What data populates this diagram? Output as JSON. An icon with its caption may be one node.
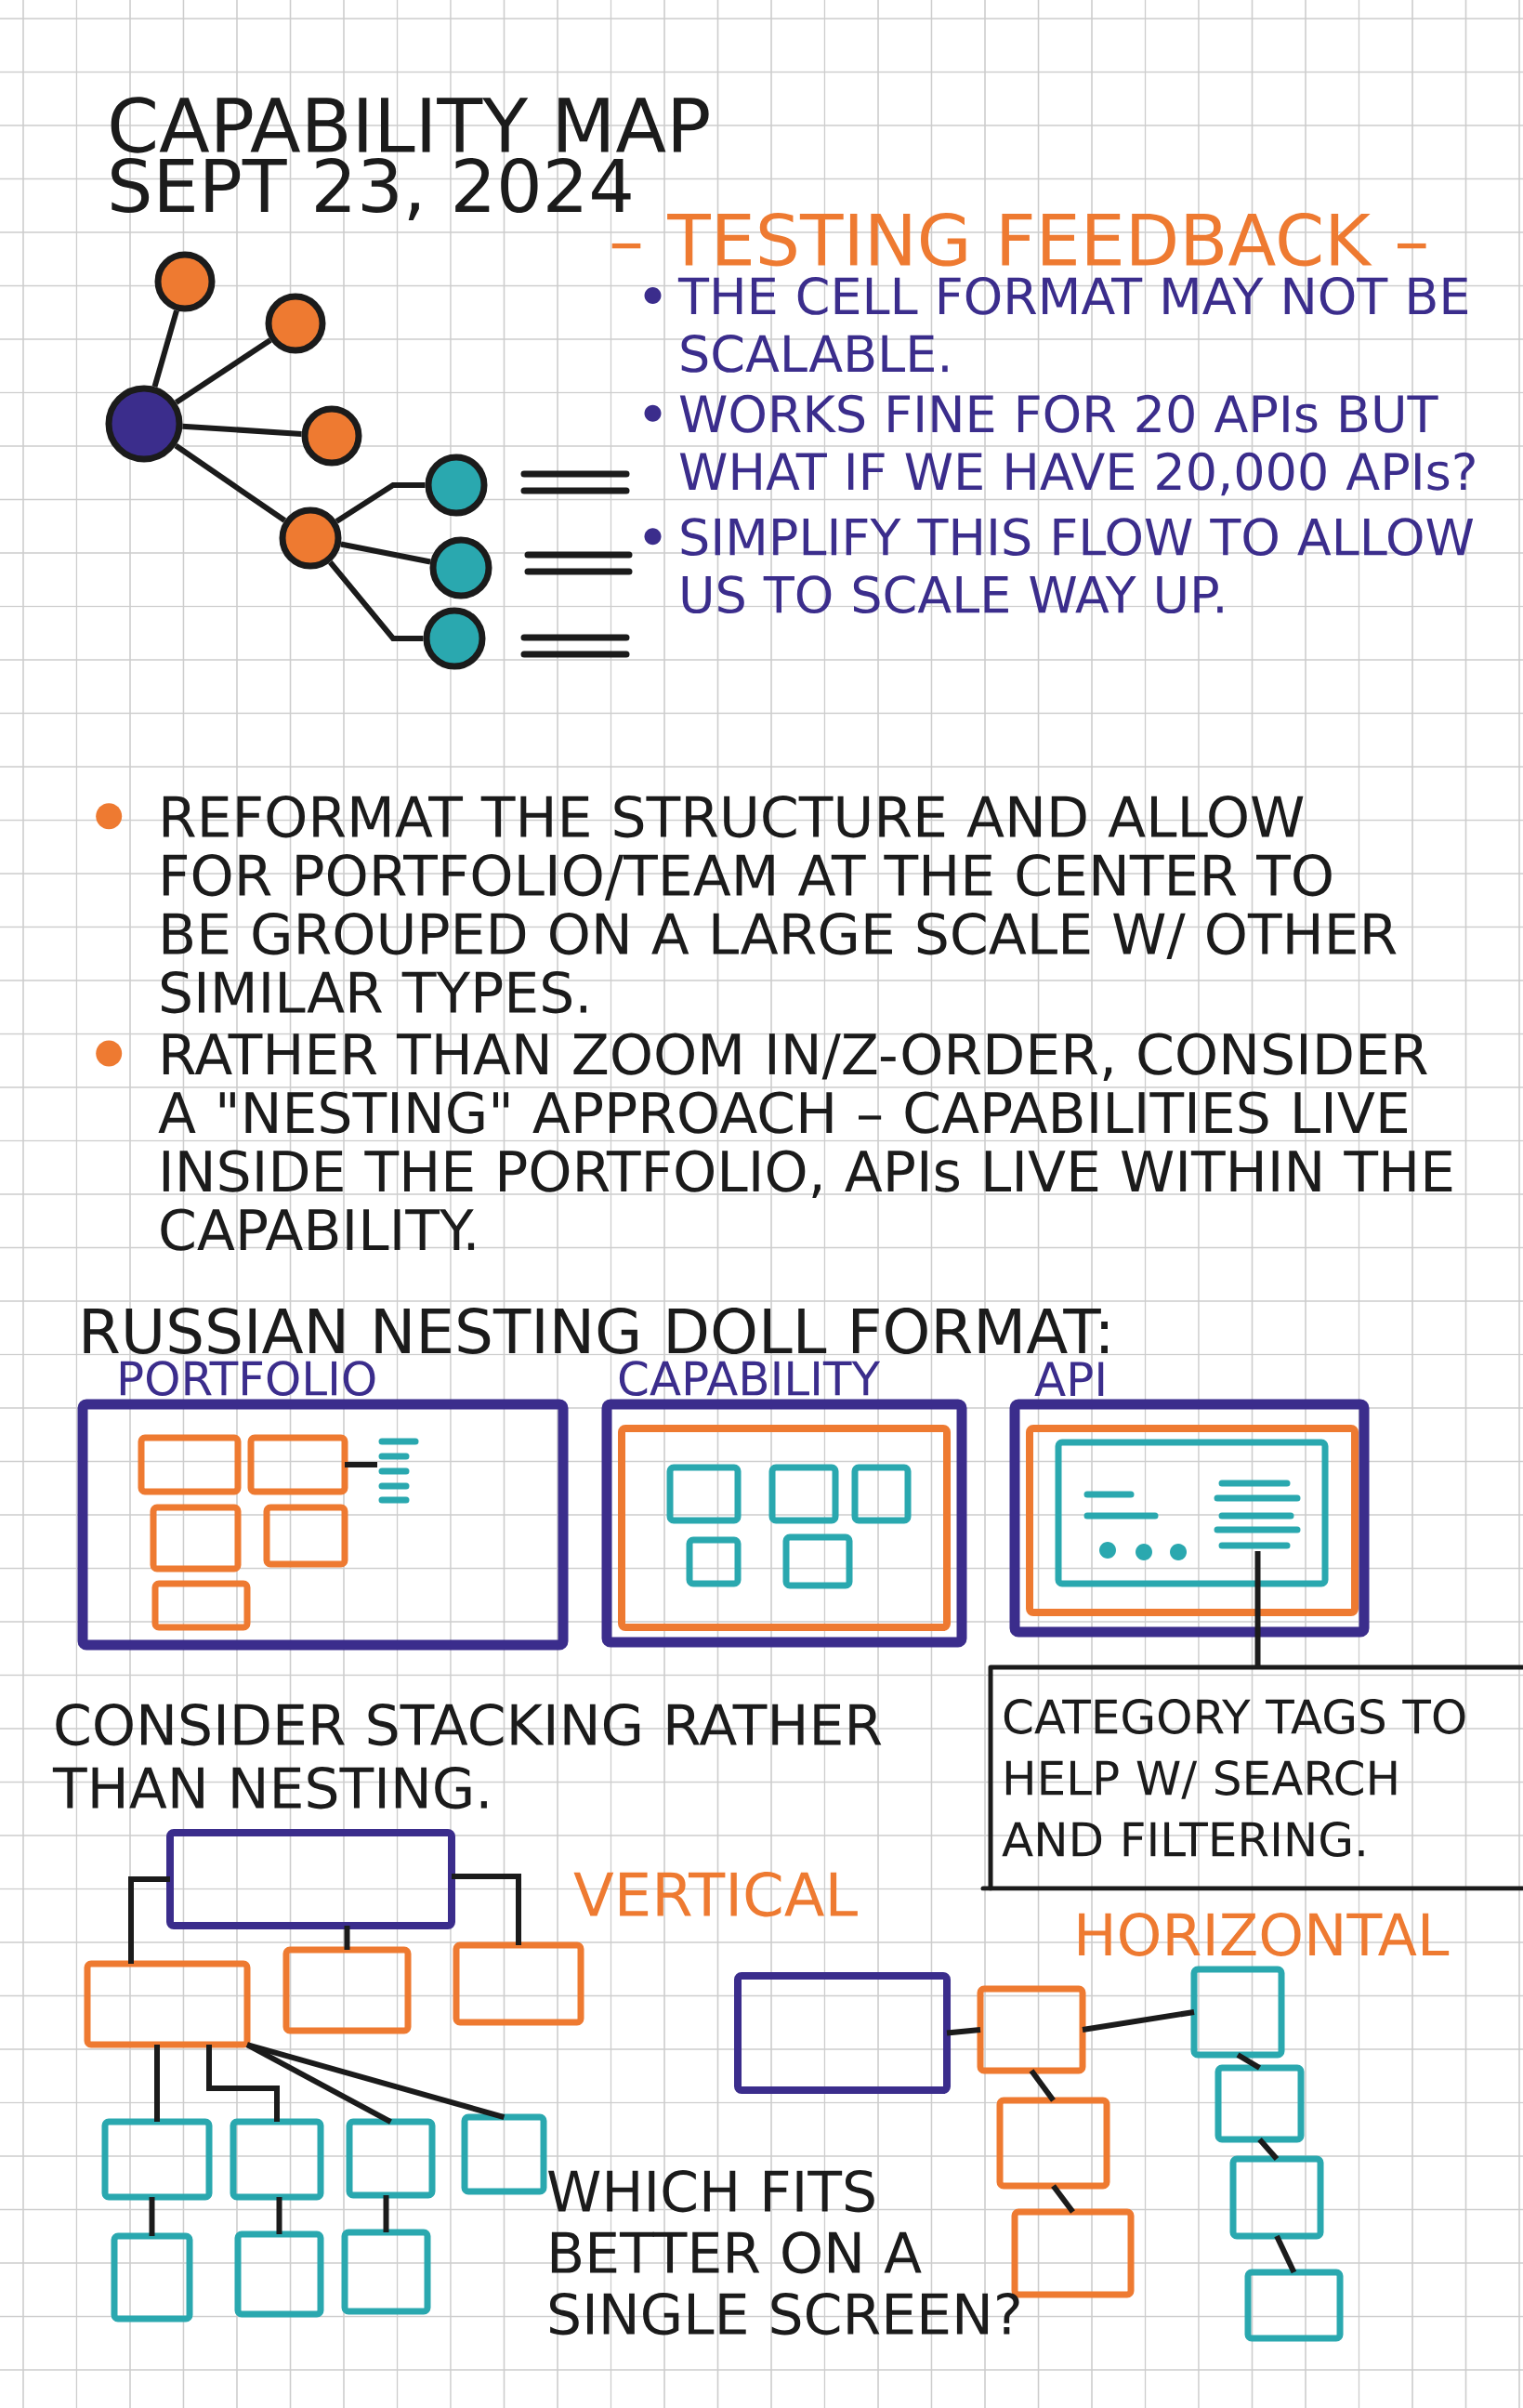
{
  "diagram": {
    "title": "CAPABILITY MAP",
    "nodes": [
      {
        "text": [],
        "shape": "circle"
      },
      {
        "text": [],
        "shape": "circle"
      },
      {
        "text": [],
        "shape": "circle"
      },
      {
        "text": [],
        "shape": "circle"
      },
      {
        "text": [],
        "shape": "circle"
      },
      {
        "text": [],
        "shape": "circle"
      },
      {
        "text": [],
        "shape": "circle"
      },
      {
        "text": [],
        "shape": "circle"
      },
      {
        "text": [
          "PORTFOLIO"
        ]
      },
      {
        "text": [],
        "shape": "box",
        "in": 8
      },
      {
        "text": [],
        "shape": "box",
        "in": 8
      },
      {
        "text": [],
        "shape": "box",
        "in": 8
      },
      {
        "text": [],
        "shape": "box",
        "in": 8
      },
      {
        "text": [],
        "shape": "box",
        "in": 8
      },
      {
        "text": [],
        "shape": "lines",
        "in": 8
      },
      {
        "text": [
          "CAPABILITY"
        ]
      },
      {
        "text": [],
        "shape": "box",
        "in": 15
      },
      {
        "text": [],
        "shape": "box",
        "in": 16
      },
      {
        "text": [],
        "shape": "box",
        "in": 16
      },
      {
        "text": [],
        "shape": "box",
        "in": 16
      },
      {
        "text": [],
        "shape": "box",
        "in": 16
      },
      {
        "text": [],
        "shape": "box",
        "in": 16
      },
      {
        "text": [
          "API"
        ]
      },
      {
        "text": [],
        "shape": "box",
        "in": 22
      },
      {
        "text": [],
        "shape": "box",
        "in": 23
      },
      {
        "text": [],
        "shape": "lines",
        "in": 24
      },
      {
        "text": [
          "CATEGORY TAGS TO HELP W/ SEARCH AND FILTERING."
        ]
      },
      {
        "text": [],
        "shape": "box"
      },
      {
        "text": [],
        "shape": "box"
      },
      {
        "text": [],
        "shape": "box"
      },
      {
        "text": [],
        "shape": "box"
      },
      {
        "text": [],
        "shape": "box"
      },
      {
        "text": [],
        "shape": "box"
      },
      {
        "text": [],
        "shape": "box"
      },
      {
        "text": [],
        "shape": "box"
      },
      {
        "text": [],
        "shape": "box"
      },
      {
        "text": [],
        "shape": "box"
      },
      {
        "text": [],
        "shape": "box"
      },
      {
        "text": [],
        "shape": "box"
      },
      {
        "text": [],
        "shape": "box"
      },
      {
        "text": [],
        "shape": "box"
      },
      {
        "text": [],
        "shape": "box"
      },
      {
        "text": [],
        "shape": "box"
      },
      {
        "text": [],
        "shape": "box"
      },
      {
        "text": [],
        "shape": "box"
      },
      {
        "text": [],
        "shape": "box"
      }
    ],
    "edges": [
      {
        "from": 2,
        "to": 0,
        "arrow": "none"
      },
      {
        "from": 2,
        "to": 1,
        "arrow": "none"
      },
      {
        "from": 2,
        "to": 3,
        "arrow": "none"
      },
      {
        "from": 2,
        "to": 5,
        "arrow": "none"
      },
      {
        "from": 5,
        "to": 4,
        "arrow": "none"
      },
      {
        "from": 5,
        "to": 6,
        "arrow": "none"
      },
      {
        "from": 5,
        "to": 7,
        "arrow": "none"
      },
      {
        "from": 10,
        "to": 14,
        "arrow": "none"
      },
      {
        "from": 26,
        "to": 25,
        "arrow": "none"
      },
      {
        "from": 27,
        "to": 28,
        "arrow": "none"
      },
      {
        "from": 27,
        "to": 29,
        "arrow": "none"
      },
      {
        "from": 27,
        "to": 30,
        "arrow": "none"
      },
      {
        "from": 28,
        "to": 31,
        "arrow": "none"
      },
      {
        "from": 28,
        "to": 32,
        "arrow": "none"
      },
      {
        "from": 28,
        "to": 33,
        "arrow": "none"
      },
      {
        "from": 28,
        "to": 34,
        "arrow": "none"
      },
      {
        "from": 31,
        "to": 35,
        "arrow": "none"
      },
      {
        "from": 32,
        "to": 36,
        "arrow": "none"
      },
      {
        "from": 33,
        "to": 37,
        "arrow": "none"
      },
      {
        "from": 38,
        "to": 39,
        "arrow": "none"
      },
      {
        "from": 39,
        "to": 42,
        "arrow": "none"
      },
      {
        "from": 39,
        "to": 40,
        "arrow": "none"
      },
      {
        "from": 40,
        "to": 41,
        "arrow": "none"
      },
      {
        "from": 42,
        "to": 43,
        "arrow": "none"
      },
      {
        "from": 43,
        "to": 44,
        "arrow": "none"
      },
      {
        "from": 44,
        "to": 45,
        "arrow": "none"
      }
    ],
    "labels": [
      "SEPT 23, 2024",
      "– TESTING FEEDBACK –",
      "THE CELL FORMAT MAY NOT BE SCALABLE.",
      "WORKS FINE FOR 20 APIs BUT WHAT IF WE HAVE 20,000 APIs?",
      "SIMPLIFY THIS FLOW TO ALLOW US TO SCALE WAY UP.",
      "REFORMAT THE STRUCTURE AND ALLOW FOR PORTFOLIO/TEAM AT THE CENTER TO BE GROUPED ON A LARGE SCALE W/ OTHER SIMILAR TYPES.",
      "RATHER THAN ZOOM IN/Z-ORDER, CONSIDER A \"NESTING\" APPROACH – CAPABILITIES LIVE INSIDE THE PORTFOLIO, APIs LIVE WITHIN THE CAPABILITY.",
      "RUSSIAN NESTING DOLL FORMAT:",
      "CONSIDER STACKING RATHER THAN NESTING.",
      "VERTICAL",
      "HORIZONTAL",
      "WHICH FITS BETTER ON A SINGLE SCREEN?"
    ]
  }
}
